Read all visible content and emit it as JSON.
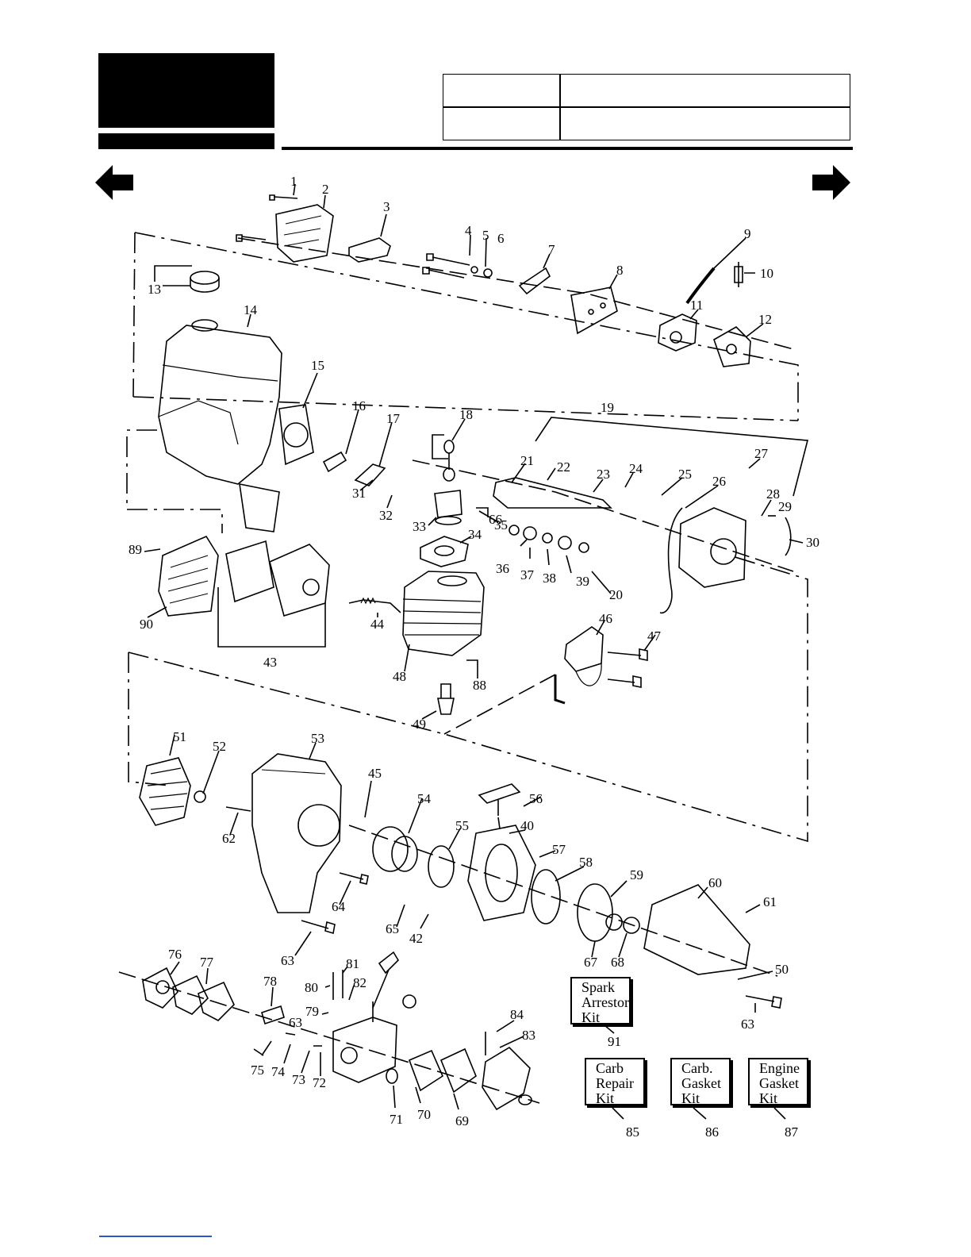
{
  "navigation": {
    "prev_icon": "arrow-left-icon",
    "next_icon": "arrow-right-icon"
  },
  "header": {
    "logo_color": "#000000",
    "table_cells": [
      "",
      "",
      "",
      ""
    ]
  },
  "kits": [
    {
      "lines": [
        "Spark",
        "Arrestor",
        "Kit"
      ],
      "ref": "91"
    },
    {
      "lines": [
        "Carb",
        "Repair",
        "Kit"
      ],
      "ref": "85"
    },
    {
      "lines": [
        "Carb.",
        "Gasket",
        "Kit"
      ],
      "ref": "86"
    },
    {
      "lines": [
        "Engine",
        "Gasket",
        "Kit"
      ],
      "ref": "87"
    }
  ],
  "callouts": [
    "1",
    "2",
    "3",
    "4",
    "5",
    "6",
    "7",
    "8",
    "9",
    "10",
    "11",
    "12",
    "13",
    "14",
    "15",
    "16",
    "17",
    "18",
    "19",
    "20",
    "21",
    "22",
    "23",
    "24",
    "25",
    "26",
    "27",
    "28",
    "29",
    "30",
    "31",
    "32",
    "33",
    "34",
    "35",
    "36",
    "37",
    "38",
    "39",
    "40",
    "42",
    "43",
    "44",
    "45",
    "46",
    "47",
    "48",
    "49",
    "50",
    "51",
    "52",
    "53",
    "54",
    "55",
    "56",
    "57",
    "58",
    "59",
    "60",
    "61",
    "62",
    "63",
    "63",
    "63",
    "64",
    "65",
    "66",
    "67",
    "68",
    "69",
    "70",
    "71",
    "72",
    "73",
    "74",
    "75",
    "76",
    "77",
    "78",
    "79",
    "80",
    "81",
    "82",
    "83",
    "84",
    "88",
    "89",
    "90"
  ]
}
